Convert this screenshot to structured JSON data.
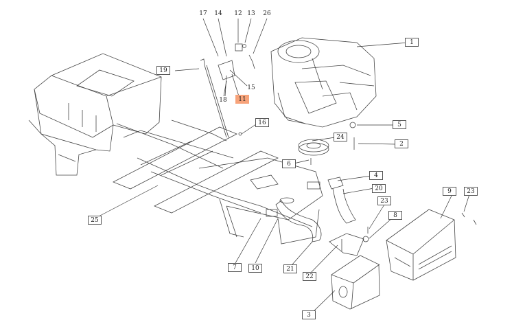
{
  "diagram": {
    "callouts": [
      {
        "key": "c1",
        "label": "1"
      },
      {
        "key": "c2",
        "label": "2"
      },
      {
        "key": "c3",
        "label": "3"
      },
      {
        "key": "c4",
        "label": "4"
      },
      {
        "key": "c5",
        "label": "5"
      },
      {
        "key": "c6",
        "label": "6"
      },
      {
        "key": "c7",
        "label": "7"
      },
      {
        "key": "c8",
        "label": "8"
      },
      {
        "key": "c9",
        "label": "9"
      },
      {
        "key": "c10",
        "label": "10"
      },
      {
        "key": "c11",
        "label": "11"
      },
      {
        "key": "c12",
        "label": "12"
      },
      {
        "key": "c13",
        "label": "13"
      },
      {
        "key": "c14",
        "label": "14"
      },
      {
        "key": "c15",
        "label": "15"
      },
      {
        "key": "c16",
        "label": "16"
      },
      {
        "key": "c17",
        "label": "17"
      },
      {
        "key": "c18",
        "label": "18"
      },
      {
        "key": "c19",
        "label": "19"
      },
      {
        "key": "c20",
        "label": "20"
      },
      {
        "key": "c21",
        "label": "21"
      },
      {
        "key": "c22",
        "label": "22"
      },
      {
        "key": "c23a",
        "label": "23"
      },
      {
        "key": "c23b",
        "label": "23"
      },
      {
        "key": "c24",
        "label": "24"
      },
      {
        "key": "c25",
        "label": "25"
      },
      {
        "key": "c26",
        "label": "26"
      }
    ],
    "highlight_color": "#f7a37a",
    "line_color": "#333333"
  }
}
